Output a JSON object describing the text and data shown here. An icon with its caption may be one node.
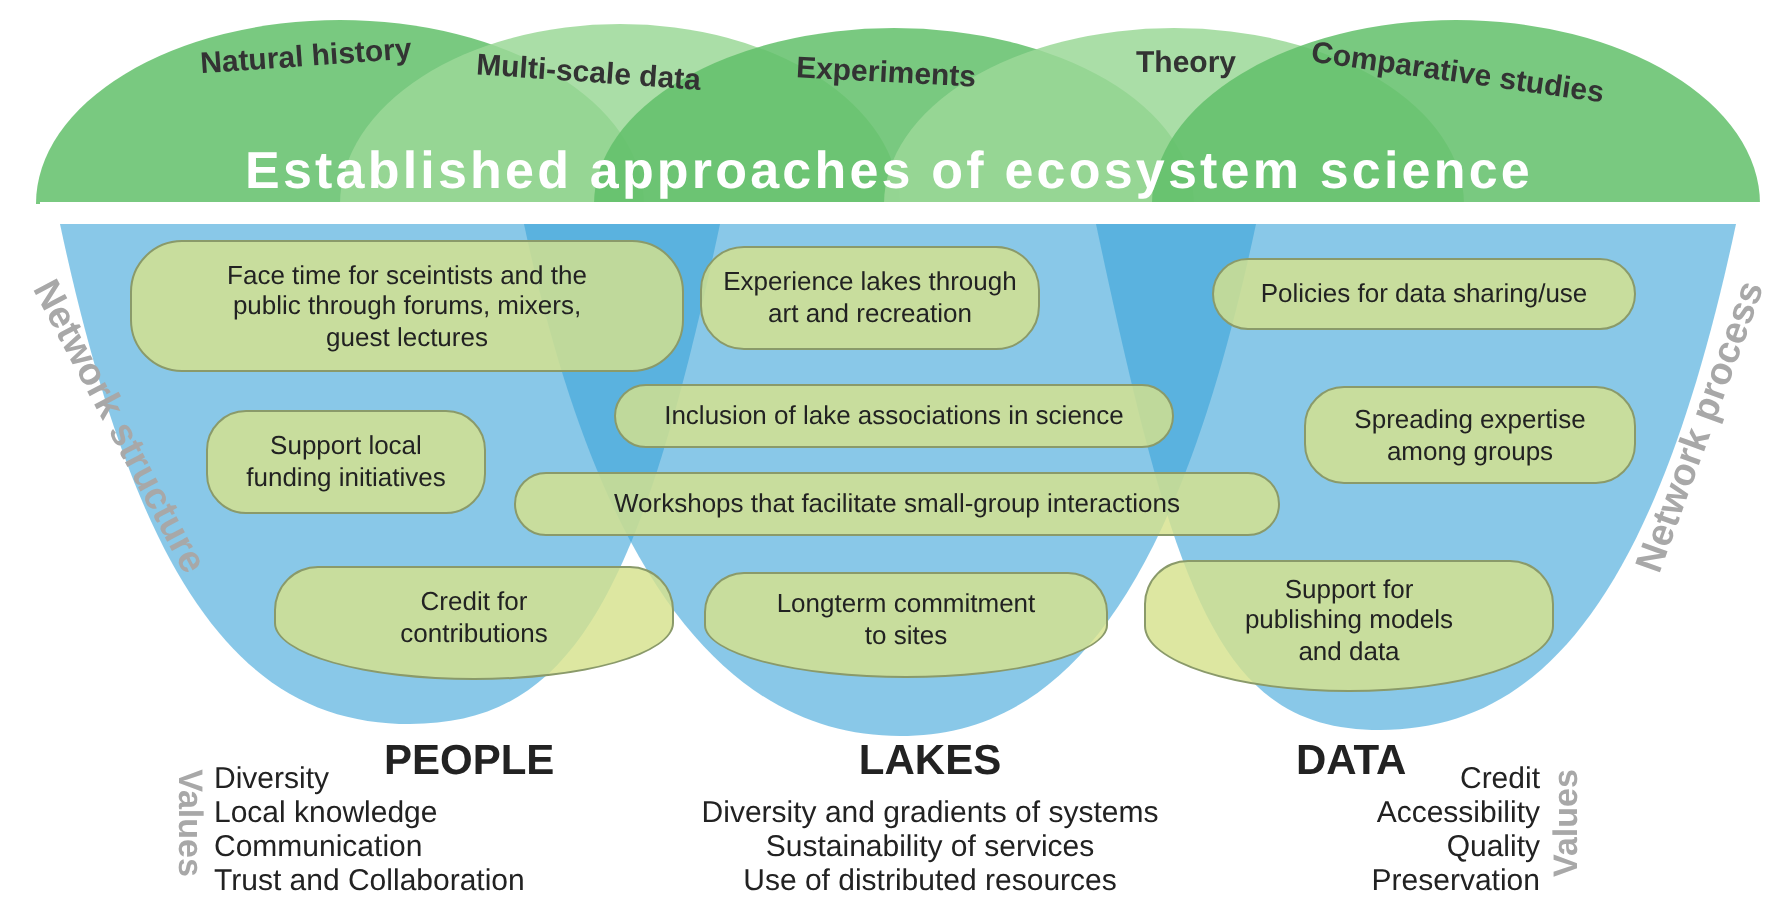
{
  "diagram": {
    "title": "Established approaches of ecosystem science",
    "nodes": [
      {
        "text": [
          "Natural history"
        ]
      },
      {
        "text": [
          "Multi-scale data"
        ]
      },
      {
        "text": [
          "Experiments"
        ]
      },
      {
        "text": [
          "Theory"
        ]
      },
      {
        "text": [
          "Comparative studies"
        ]
      },
      {
        "text": [
          "Face time for sceintists and the public through forums, mixers, guest lectures"
        ]
      },
      {
        "text": [
          "Experience lakes through art and recreation"
        ]
      },
      {
        "text": [
          "Policies for data sharing/use"
        ]
      },
      {
        "text": [
          "Inclusion of lake associations in science"
        ]
      },
      {
        "text": [
          "Support local funding initiatives"
        ]
      },
      {
        "text": [
          "Spreading expertise among groups"
        ]
      },
      {
        "text": [
          "Workshops that facilitate small-group interactions"
        ]
      },
      {
        "text": [
          "Credit for contributions"
        ]
      },
      {
        "text": [
          "Longterm commitment to sites"
        ]
      },
      {
        "text": [
          "Support for publishing models and data"
        ]
      }
    ],
    "labels": [
      "Network structure",
      "Network process",
      "Values",
      "Diversity",
      "PEOPLE",
      "Local knowledge",
      "Communication",
      "Trust and Collaboration",
      "LAKES",
      "Diversity and gradients of systems",
      "Sustainability of services",
      "Use of distributed resources",
      "DATA",
      "Credit",
      "Accessibility",
      "Quality",
      "Preservation",
      "Values"
    ]
  }
}
